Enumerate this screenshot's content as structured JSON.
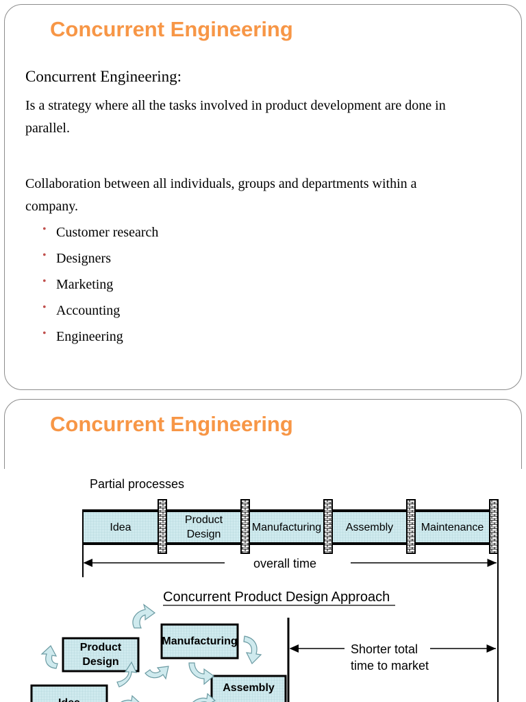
{
  "slide1": {
    "title": "Concurrent Engineering",
    "subheading": "Concurrent Engineering:",
    "paragraph1": "Is a strategy where all the tasks involved in product development are done in parallel.",
    "paragraph2": "Collaboration between all individuals, groups and departments within a company.",
    "bullets": [
      "Customer research",
      "Designers",
      "Marketing",
      "Accounting",
      "Engineering"
    ]
  },
  "slide2": {
    "title": "Concurrent Engineering",
    "diagram": {
      "heading": "Partial processes",
      "stages": [
        "Idea",
        "Product\nDesign",
        "Manufacturing",
        "Assembly",
        "Maintenance"
      ],
      "overall_time": "overall time",
      "approach_title": "Concurrent Product Design Approach",
      "boxes": {
        "product_design": "Product\nDesign",
        "manufacturing": "Manufacturing",
        "assembly": "Assembly",
        "idea": "Idea"
      },
      "shorter_time": "Shorter total\ntime to market"
    }
  },
  "colors": {
    "title": "#f79646",
    "bullet": "#c0504d",
    "box_fill": "#cfeaee"
  }
}
